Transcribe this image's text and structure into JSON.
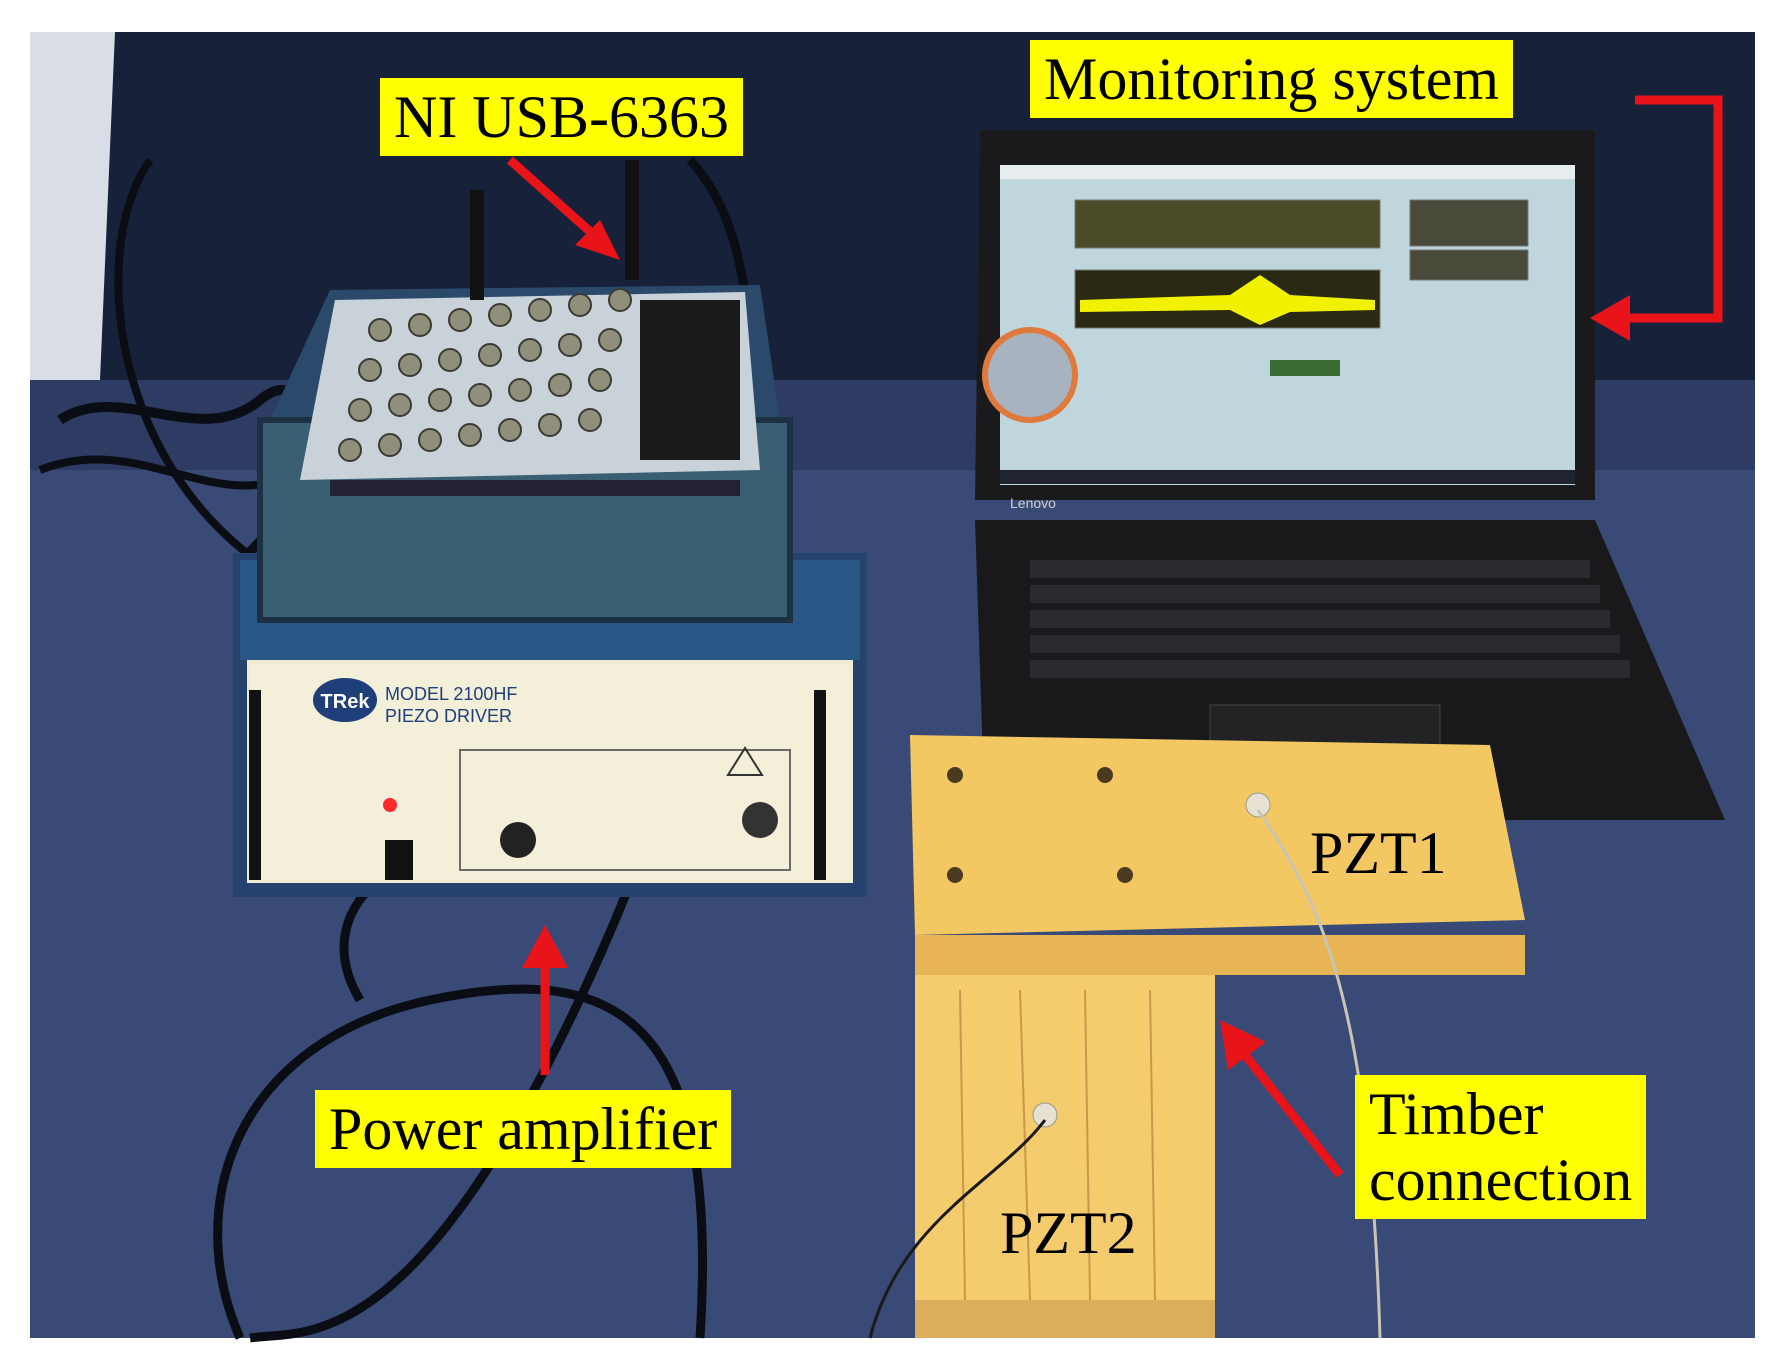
{
  "labels": {
    "ni_usb": "NI USB-6363",
    "monitoring": "Monitoring system",
    "power_amp": "Power amplifier",
    "timber_line1": "Timber",
    "timber_line2": "connection",
    "pzt1": "PZT1",
    "pzt2": "PZT2"
  },
  "device_text": {
    "brand": "TRek",
    "model": "MODEL 2100HF",
    "piezo": "PIEZO DRIVER",
    "laptop_brand": "Lenovo"
  },
  "colors": {
    "callout_bg": "#ffff00",
    "arrow": "#e8141a",
    "backdrop": "#14203a",
    "table": "#3b4c78",
    "timber": "#f0c86a",
    "waveform": "#f2f200"
  },
  "icons": {
    "arrow": "red-arrow-icon",
    "warning": "warning-triangle-icon"
  }
}
